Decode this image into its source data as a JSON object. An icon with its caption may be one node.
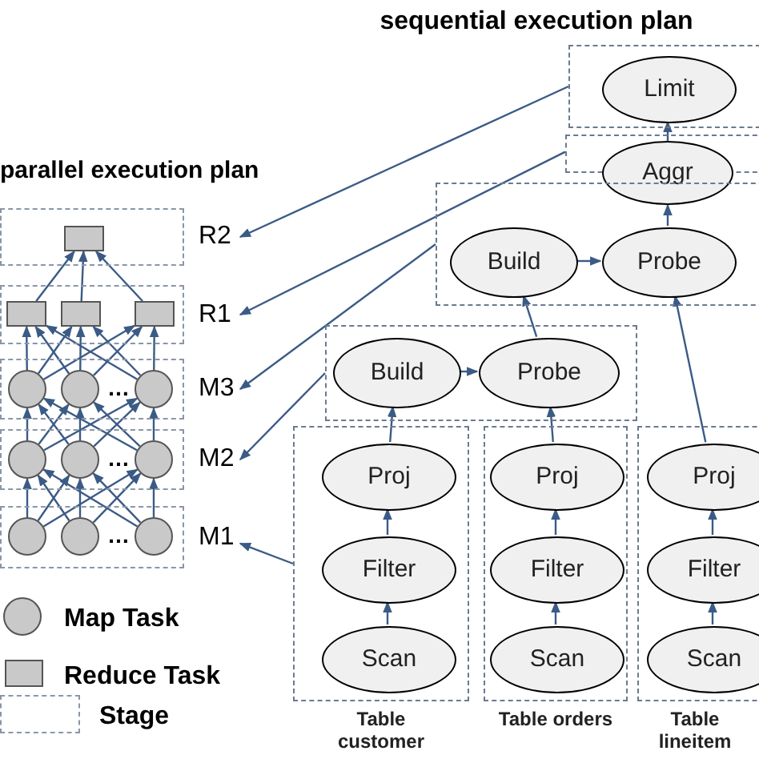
{
  "diagram": {
    "nodes": [
      {
        "text": [
          "R2"
        ]
      },
      {
        "text": [],
        "shape": "box",
        "in": 0
      },
      {
        "text": [
          "R1"
        ]
      },
      {
        "text": [],
        "shape": "box",
        "in": 2
      },
      {
        "text": [],
        "shape": "box",
        "in": 2
      },
      {
        "text": [],
        "shape": "box",
        "in": 2
      },
      {
        "text": [
          "M3"
        ]
      },
      {
        "text": [],
        "shape": "circle",
        "in": 6
      },
      {
        "text": [],
        "shape": "circle",
        "in": 6
      },
      {
        "text": [],
        "shape": "circle",
        "in": 6
      },
      {
        "text": [
          "M2"
        ]
      },
      {
        "text": [],
        "shape": "circle",
        "in": 10
      },
      {
        "text": [],
        "shape": "circle",
        "in": 10
      },
      {
        "text": [],
        "shape": "circle",
        "in": 10
      },
      {
        "text": [
          "M1"
        ]
      },
      {
        "text": [],
        "shape": "circle",
        "in": 14
      },
      {
        "text": [],
        "shape": "circle",
        "in": 14
      },
      {
        "text": [],
        "shape": "circle",
        "in": 14
      },
      {
        "text": [],
        "shape": "box"
      },
      {
        "text": [
          "Limit"
        ],
        "in": 18
      },
      {
        "text": [],
        "shape": "box"
      },
      {
        "text": [
          "Aggr"
        ]
      },
      {
        "text": [],
        "shape": "box"
      },
      {
        "text": [
          "Build"
        ],
        "in": 22
      },
      {
        "text": [
          "Probe"
        ],
        "in": 22
      },
      {
        "text": [],
        "shape": "box"
      },
      {
        "text": [
          "Build"
        ],
        "in": 25
      },
      {
        "text": [
          "Probe"
        ],
        "in": 25
      },
      {
        "text": [],
        "shape": "box",
        "beside": [
          "Table customer"
        ]
      },
      {
        "text": [
          "Proj"
        ],
        "in": 28
      },
      {
        "text": [
          "Filter"
        ],
        "in": 28
      },
      {
        "text": [
          "Scan"
        ],
        "in": 28
      },
      {
        "text": [],
        "shape": "box",
        "beside": [
          "Table orders"
        ]
      },
      {
        "text": [
          "Proj"
        ],
        "in": 32
      },
      {
        "text": [
          "Filter"
        ],
        "in": 32
      },
      {
        "text": [
          "Scan"
        ],
        "in": 32
      },
      {
        "text": [],
        "shape": "box",
        "beside": [
          "Table lineitem"
        ]
      },
      {
        "text": [
          "Proj"
        ],
        "in": 36
      },
      {
        "text": [
          "Filter"
        ],
        "in": 36
      },
      {
        "text": [
          "Scan"
        ],
        "in": 36
      }
    ],
    "edges": [
      {
        "from": 3,
        "to": 1,
        "arrow": "to"
      },
      {
        "from": 4,
        "to": 1,
        "arrow": "to"
      },
      {
        "from": 5,
        "to": 1,
        "arrow": "to"
      },
      {
        "from": 7,
        "to": 3,
        "arrow": "to"
      },
      {
        "from": 7,
        "to": 4,
        "arrow": "to"
      },
      {
        "from": 7,
        "to": 5,
        "arrow": "to"
      },
      {
        "from": 8,
        "to": 3,
        "arrow": "to"
      },
      {
        "from": 8,
        "to": 4,
        "arrow": "to"
      },
      {
        "from": 8,
        "to": 5,
        "arrow": "to"
      },
      {
        "from": 9,
        "to": 3,
        "arrow": "to"
      },
      {
        "from": 9,
        "to": 4,
        "arrow": "to"
      },
      {
        "from": 9,
        "to": 5,
        "arrow": "to"
      },
      {
        "from": 11,
        "to": 7,
        "arrow": "to"
      },
      {
        "from": 11,
        "to": 8,
        "arrow": "to"
      },
      {
        "from": 11,
        "to": 9,
        "arrow": "to"
      },
      {
        "from": 12,
        "to": 7,
        "arrow": "to"
      },
      {
        "from": 12,
        "to": 8,
        "arrow": "to"
      },
      {
        "from": 12,
        "to": 9,
        "arrow": "to"
      },
      {
        "from": 13,
        "to": 7,
        "arrow": "to"
      },
      {
        "from": 13,
        "to": 8,
        "arrow": "to"
      },
      {
        "from": 13,
        "to": 9,
        "arrow": "to"
      },
      {
        "from": 15,
        "to": 11,
        "arrow": "to"
      },
      {
        "from": 15,
        "to": 12,
        "arrow": "to"
      },
      {
        "from": 15,
        "to": 13,
        "arrow": "to"
      },
      {
        "from": 16,
        "to": 11,
        "arrow": "to"
      },
      {
        "from": 16,
        "to": 12,
        "arrow": "to"
      },
      {
        "from": 16,
        "to": 13,
        "arrow": "to"
      },
      {
        "from": 17,
        "to": 11,
        "arrow": "to"
      },
      {
        "from": 17,
        "to": 12,
        "arrow": "to"
      },
      {
        "from": 17,
        "to": 13,
        "arrow": "to"
      },
      {
        "from": 18,
        "to": 0,
        "arrow": "to"
      },
      {
        "from": 20,
        "to": 2,
        "arrow": "to"
      },
      {
        "from": 22,
        "to": 6,
        "arrow": "to"
      },
      {
        "from": 25,
        "to": 10,
        "arrow": "to"
      },
      {
        "from": 28,
        "to": 14,
        "arrow": "to"
      },
      {
        "from": 23,
        "to": 24,
        "arrow": "to"
      },
      {
        "from": 24,
        "to": 21,
        "arrow": "to"
      },
      {
        "from": 21,
        "to": 19,
        "arrow": "to"
      },
      {
        "from": 27,
        "to": 23,
        "arrow": "to"
      },
      {
        "from": 37,
        "to": 24,
        "arrow": "to"
      },
      {
        "from": 26,
        "to": 27,
        "arrow": "to"
      },
      {
        "from": 29,
        "to": 26,
        "arrow": "to"
      },
      {
        "from": 33,
        "to": 27,
        "arrow": "to"
      },
      {
        "from": 30,
        "to": 29,
        "arrow": "to"
      },
      {
        "from": 31,
        "to": 30,
        "arrow": "to"
      },
      {
        "from": 34,
        "to": 33,
        "arrow": "to"
      },
      {
        "from": 35,
        "to": 34,
        "arrow": "to"
      },
      {
        "from": 38,
        "to": 37,
        "arrow": "to"
      },
      {
        "from": 39,
        "to": 38,
        "arrow": "to"
      }
    ],
    "labels": [
      "sequential execution plan",
      "parallel execution plan",
      "…",
      "…",
      "…"
    ],
    "legend": [
      {
        "text": "Map Task"
      },
      {
        "text": "Reduce Task"
      },
      {
        "text": "Stage"
      }
    ]
  }
}
